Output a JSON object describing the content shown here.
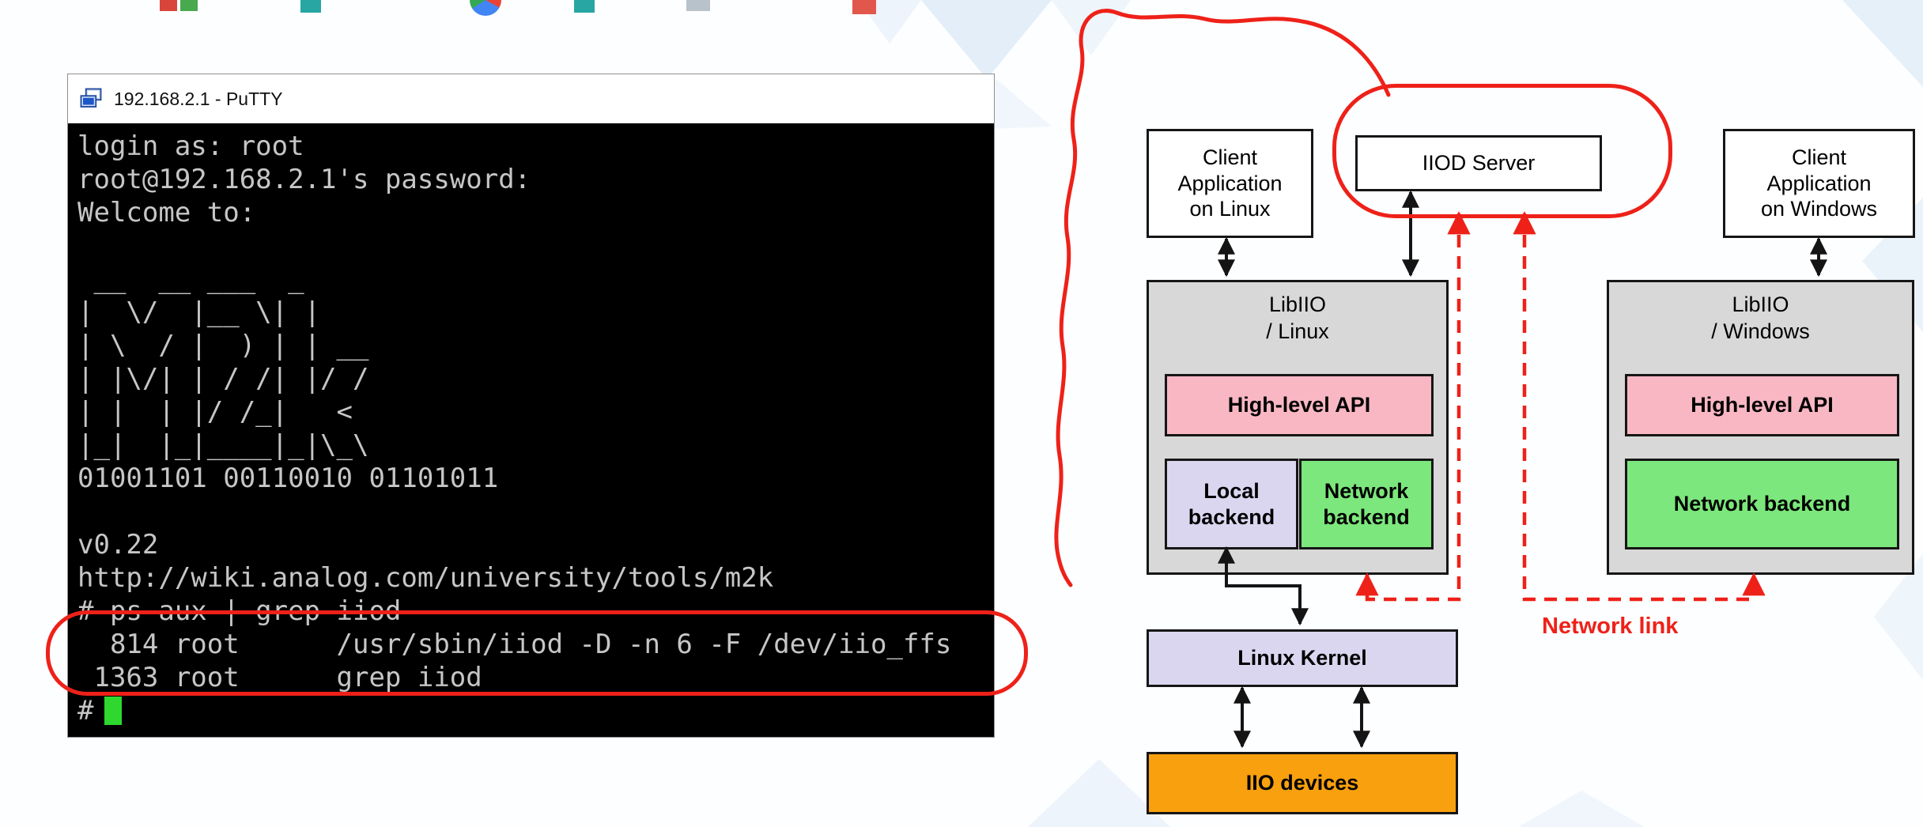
{
  "colors": {
    "red": "#ee2119",
    "pink": "#f8b7c3",
    "green": "#7ce77c",
    "lavender": "#dbd6f0",
    "orange": "#f9a00e",
    "graybox": "#d8d8d8",
    "termbg": "#000000",
    "termfg": "#c6c6c6",
    "cursor": "#2ed82e"
  },
  "top_icons": [
    "red-icon-fragment",
    "green-icon-fragment",
    "teal-icon-fragment",
    "chrome-icon-fragment",
    "teal-icon-fragment-2",
    "gray-icon-fragment",
    "red-icon-fragment-2"
  ],
  "putty": {
    "title": "192.168.2.1 - PuTTY",
    "icon": "putty-two-terminals-icon",
    "prompt": "#",
    "terminal_lines": [
      "login as: root",
      "root@192.168.2.1's password:",
      "Welcome to:",
      "",
      " __  __ ___  _",
      "|  \\/  |__ \\| |",
      "| \\  / |  ) | | __",
      "| |\\/| | / /| |/ /",
      "| |  | |/ /_|   <",
      "|_|  |_|____|_|\\_\\",
      "01001101 00110010 01101011",
      "",
      "v0.22",
      "http://wiki.analog.com/university/tools/m2k",
      "# ps aux | grep iiod",
      "  814 root      /usr/sbin/iiod -D -n 6 -F /dev/iio_ffs",
      " 1363 root      grep iiod"
    ]
  },
  "diagram": {
    "client_linux": [
      "Client",
      "Application",
      "on Linux"
    ],
    "iiod_server": "IIOD Server",
    "client_windows": [
      "Client",
      "Application",
      "on Windows"
    ],
    "libiio_linux": [
      "LibIIO",
      "/ Linux"
    ],
    "libiio_windows": [
      "LibIIO",
      "/ Windows"
    ],
    "high_level_api_linux": "High-level API",
    "high_level_api_windows": "High-level API",
    "local_backend": [
      "Local",
      "backend"
    ],
    "network_backend_linux": [
      "Network",
      "backend"
    ],
    "network_backend_windows": "Network backend",
    "linux_kernel": "Linux Kernel",
    "iio_devices": "IIO devices",
    "network_link": "Network link"
  }
}
